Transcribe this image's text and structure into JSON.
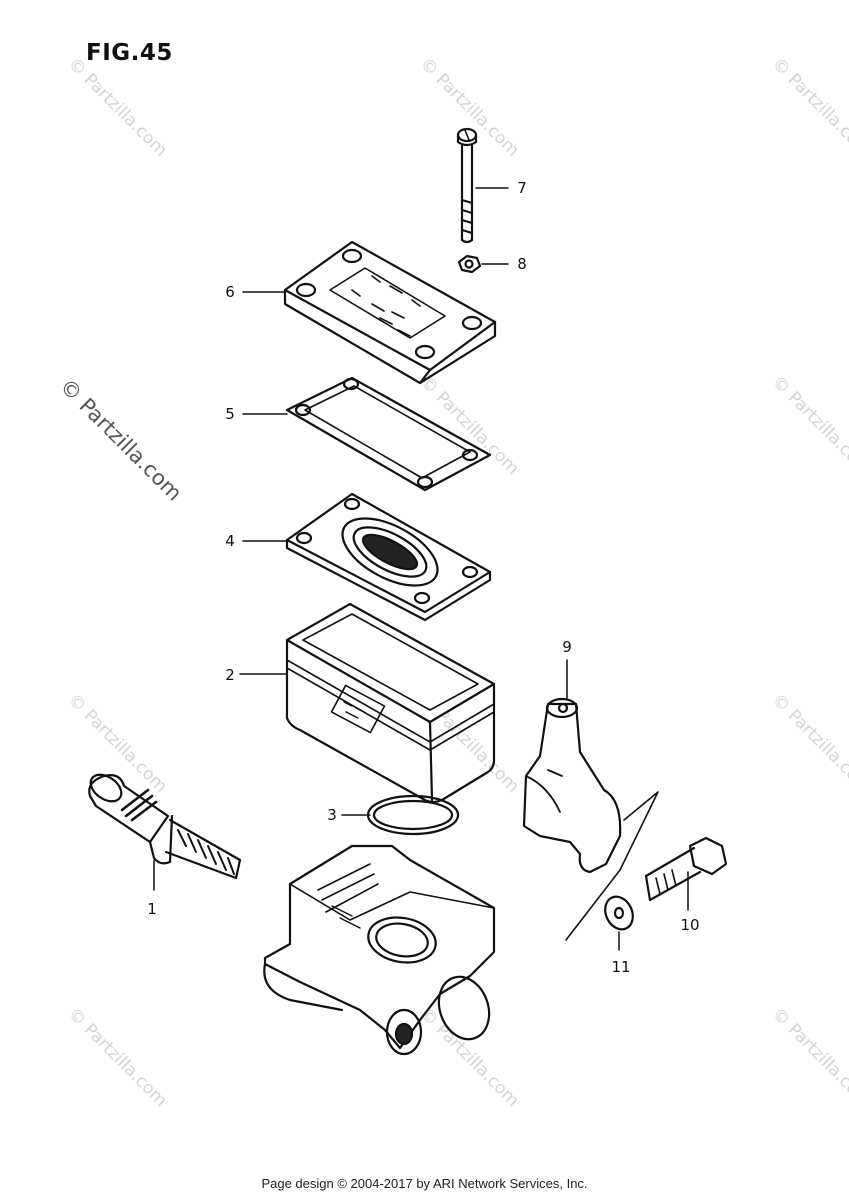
{
  "figure": {
    "title": "FIG.45"
  },
  "watermark": {
    "text": "© Partzilla.com"
  },
  "parts": [
    {
      "number": "1"
    },
    {
      "number": "2"
    },
    {
      "number": "3"
    },
    {
      "number": "4"
    },
    {
      "number": "5"
    },
    {
      "number": "6"
    },
    {
      "number": "7"
    },
    {
      "number": "8"
    },
    {
      "number": "9"
    },
    {
      "number": "10"
    },
    {
      "number": "11"
    }
  ],
  "footer": {
    "credit": "Page design © 2004-2017 by ARI Network Services, Inc."
  },
  "colors": {
    "ink": "#111111",
    "watermark": "#d4d4d4"
  }
}
